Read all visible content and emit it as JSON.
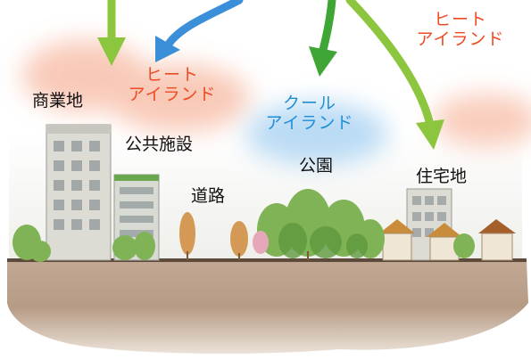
{
  "labels": {
    "commercial": "商業地",
    "public_facility": "公共施設",
    "road": "道路",
    "park": "公園",
    "residential": "住宅地"
  },
  "heat_island": {
    "line1": "ヒート",
    "line2": "アイランド"
  },
  "cool_island": {
    "line1": "クール",
    "line2": "アイランド"
  },
  "colors": {
    "heat_text": "#f04a22",
    "cool_text": "#1e8fd6",
    "arrow_light_green": "#8cc63f",
    "arrow_dark_green": "#3fa535",
    "arrow_blue": "#3a8fd8",
    "soil": "#a88a72",
    "heat_glow": "#f7b8a0",
    "cool_glow": "#a9d2f2"
  }
}
